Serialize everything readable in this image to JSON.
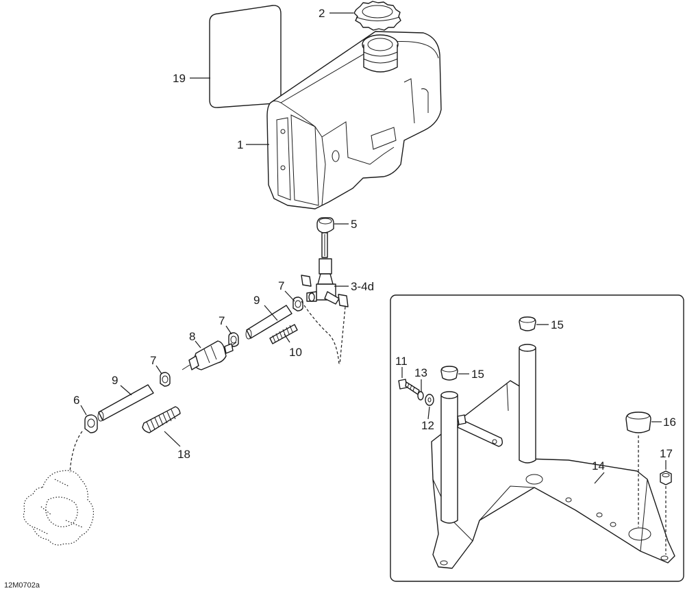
{
  "diagram": {
    "drawing_code": "12M0702a",
    "labels": {
      "p1": "1",
      "p2": "2",
      "p3_4d": "3-4d",
      "p5": "5",
      "p6": "6",
      "p7a": "7",
      "p7b": "7",
      "p7c": "7",
      "p8": "8",
      "p9a": "9",
      "p9b": "9",
      "p10": "10",
      "p11": "11",
      "p12": "12",
      "p13": "13",
      "p14": "14",
      "p15a": "15",
      "p15b": "15",
      "p16": "16",
      "p17": "17",
      "p18": "18",
      "p19": "19"
    },
    "icons": {
      "fuel-tank": "fuel-tank-drawing",
      "tank-cap": "gear-cap-drawing",
      "fuel-filter": "inline-filter-drawing",
      "stand-frame": "tubular-stand-drawing"
    }
  }
}
